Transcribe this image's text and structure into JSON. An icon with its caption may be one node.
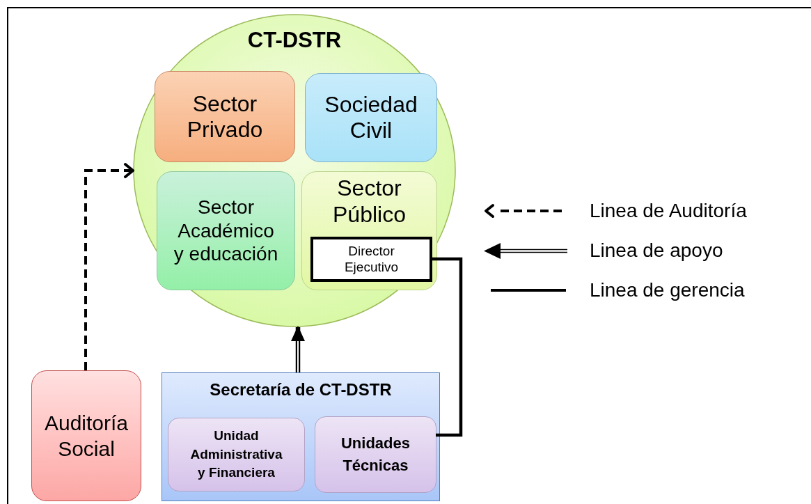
{
  "diagram": {
    "nodes": [
      {
        "text": [
          "CT-DSTR"
        ]
      },
      {
        "text": [
          "Sector Privado"
        ],
        "in": 0
      },
      {
        "text": [
          "Sociedad Civil"
        ],
        "in": 0
      },
      {
        "text": [
          "Sector Académico y educación"
        ],
        "in": 0
      },
      {
        "text": [
          "Sector Público"
        ],
        "in": 0
      },
      {
        "text": [
          "Director Ejecutivo"
        ],
        "in": 4
      },
      {
        "text": [
          "Auditoría Social"
        ]
      },
      {
        "text": [
          "Secretaría de CT-DSTR"
        ]
      },
      {
        "text": [
          "Unidad Administrativa y Financiera"
        ],
        "in": 7
      },
      {
        "text": [
          "Unidades Técnicas"
        ],
        "in": 7
      }
    ],
    "edges": [
      {
        "from": 6,
        "to": 0,
        "arrow": "to",
        "style": "dashed"
      },
      {
        "from": 7,
        "to": 0,
        "arrow": "to",
        "style": "thick"
      },
      {
        "from": 5,
        "to": 9,
        "arrow": "none"
      }
    ],
    "legend": [
      {
        "text": "Linea de Auditoría"
      },
      {
        "text": "Linea de apoyo"
      },
      {
        "text": "Linea de gerencia"
      }
    ]
  }
}
